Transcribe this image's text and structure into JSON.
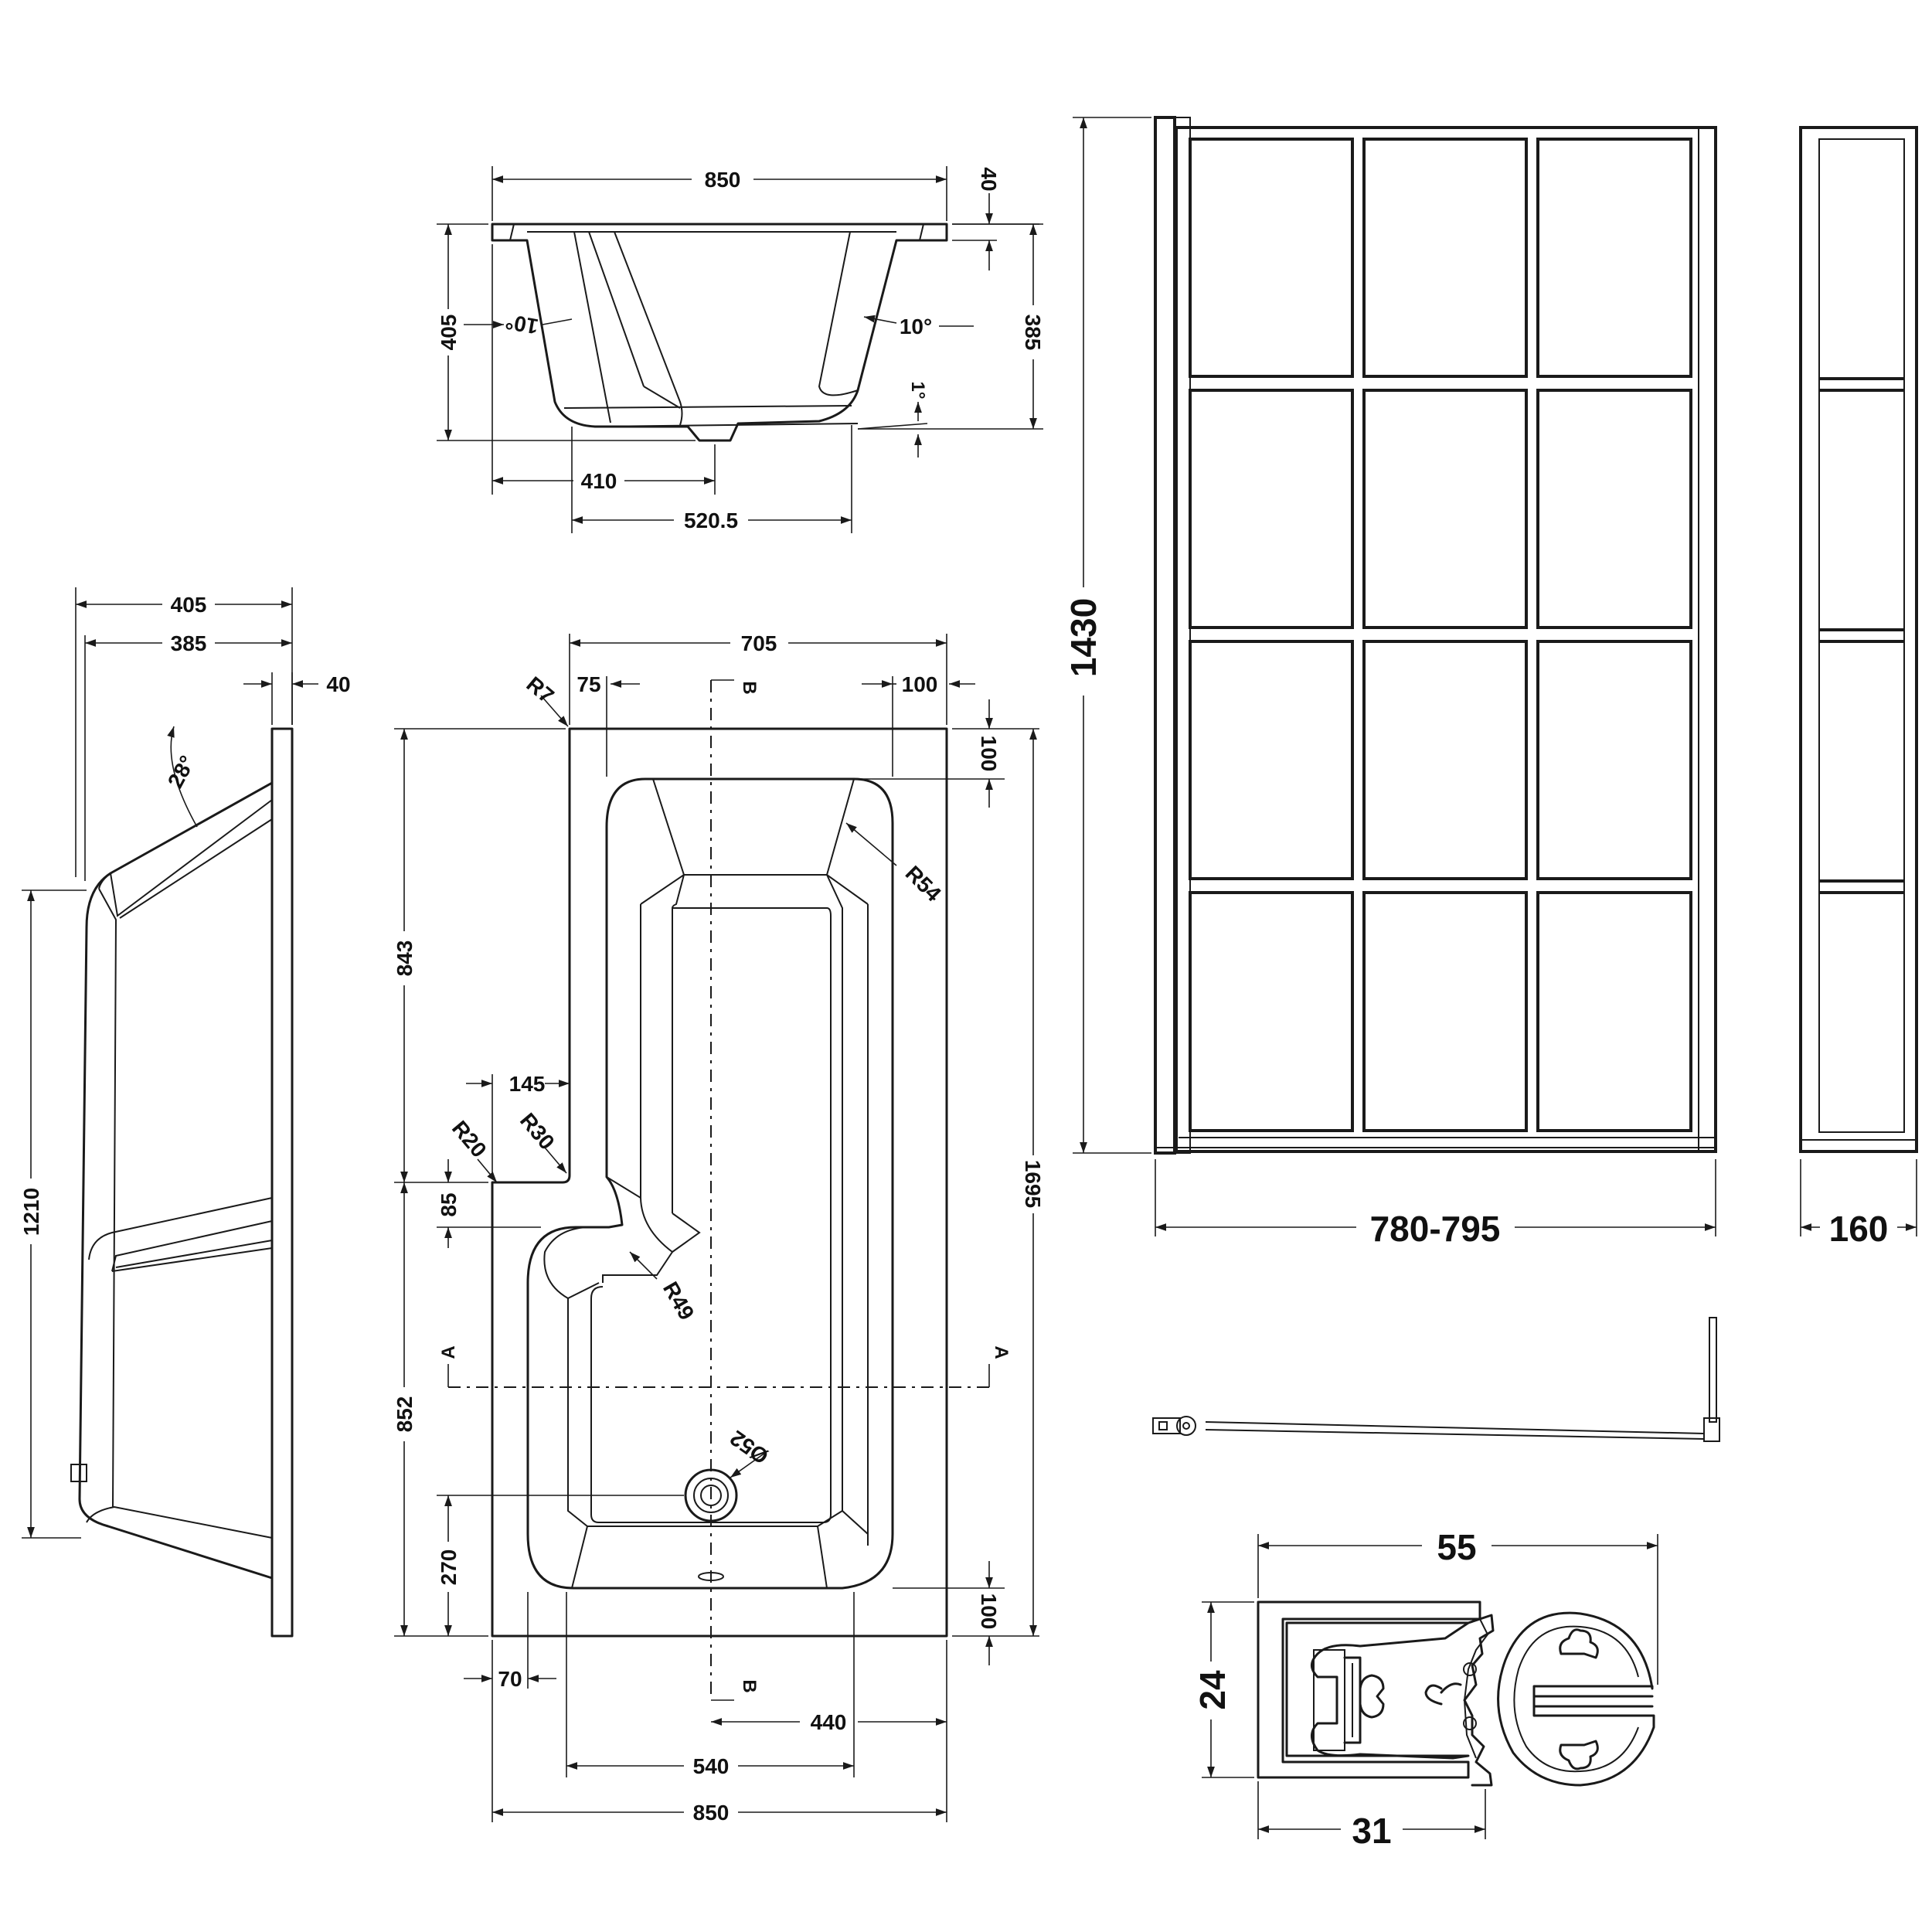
{
  "colors": {
    "line": "#1a1a1a",
    "background": "#ffffff"
  },
  "end_view": {
    "width": "850",
    "rim": "40",
    "height_outer": "405",
    "height_inner": "385",
    "angle_left": "10°",
    "angle_right": "10°",
    "floor_angle": "1°",
    "waste_offset": "410",
    "floor_length": "520.5"
  },
  "side_view": {
    "depth_outer": "405",
    "depth_inner": "385",
    "rim": "40",
    "back_angle": "28°",
    "length": "1210"
  },
  "plan_view": {
    "top_width": "705",
    "radius_r7": "R7",
    "left_rim": "75",
    "right_rim": "100",
    "section_b_top": "B",
    "section_b_bottom": "B",
    "top_rim": "100",
    "radius_r54": "R54",
    "upper_length": "843",
    "step": "145",
    "radius_r20": "R20",
    "radius_r30": "R30",
    "step_rim": "85",
    "radius_r49": "R49",
    "section_a_left": "A",
    "section_a_right": "A",
    "overall_length": "1695",
    "lower_length": "852",
    "waste_diameter": "Ø52",
    "waste_position": "270",
    "bottom_rim": "100",
    "left_edge": "70",
    "waste_offset": "440",
    "floor_width": "540",
    "overall_width": "850"
  },
  "screen": {
    "height": "1430",
    "width": "780-795",
    "return_width": "160"
  },
  "profile": {
    "width": "55",
    "height": "24",
    "base": "31"
  }
}
